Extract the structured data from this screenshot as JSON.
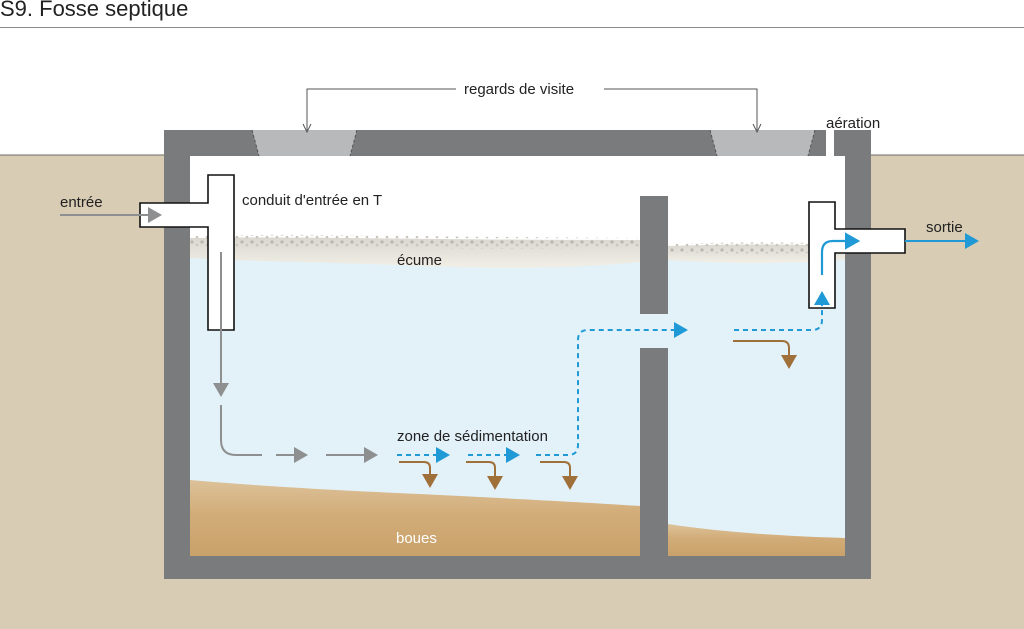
{
  "title": "S9. Fosse septique",
  "labels": {
    "regards": "regards de visite",
    "aeration": "aération",
    "entree": "entrée",
    "conduit": "conduit d'entrée en T",
    "ecume": "écume",
    "sortie": "sortie",
    "zone": "zone de sédimentation",
    "boues": "boues"
  },
  "colors": {
    "ground": "#d8ccb4",
    "tank_wall": "#7a7b7d",
    "water": "#e3f1f9",
    "sludge": "#cfa874",
    "scum": "#ecebe3",
    "flow_grey": "#8d8f91",
    "flow_blue": "#1f9ad6",
    "flow_brown": "#a0703a"
  }
}
